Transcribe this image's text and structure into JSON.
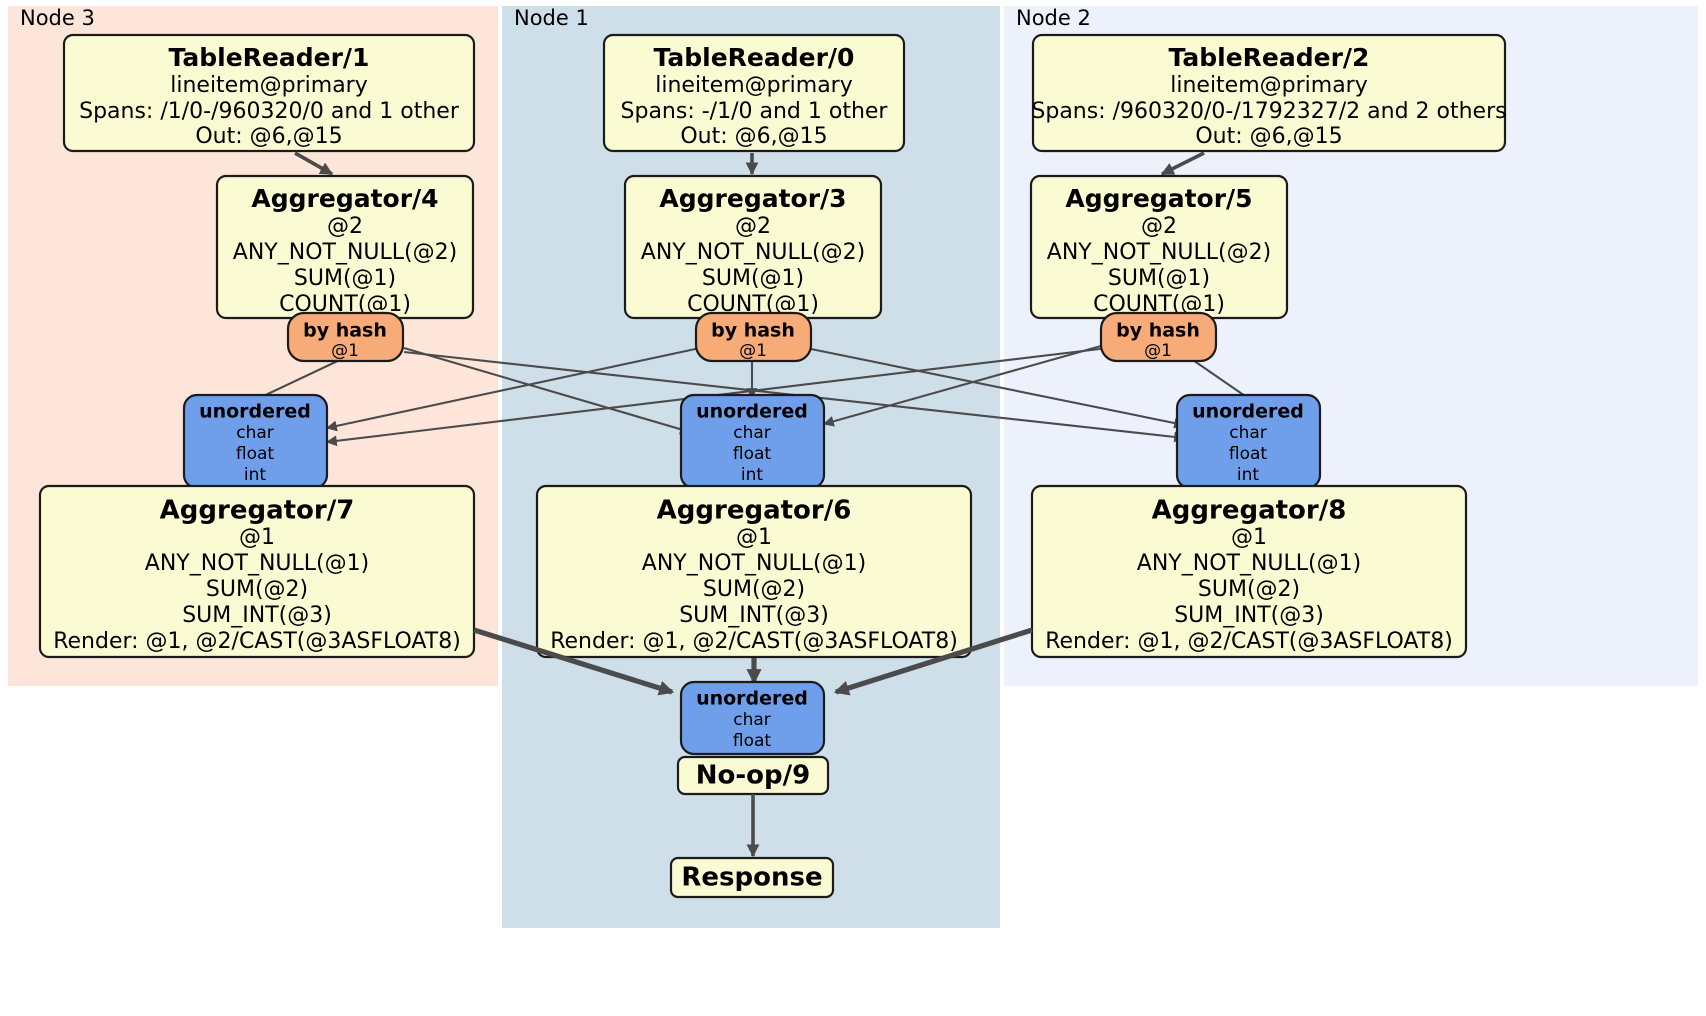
{
  "diagram": {
    "type": "distributed-query-plan",
    "title": "",
    "colors": {
      "node3_panel": "#fde6d9",
      "node1_panel": "#cfdfea",
      "node2_panel": "#edf1fb",
      "processor_box": "#fbfbd3",
      "router_box": "#f7ab79",
      "receiver_box": "#6f9fea",
      "edge": "#4b4b4b",
      "border": "#1b1b1b"
    }
  },
  "panels": [
    {
      "id": "node3",
      "label": "Node 3"
    },
    {
      "id": "node1",
      "label": "Node 1"
    },
    {
      "id": "node2",
      "label": "Node 2"
    }
  ],
  "nodes": {
    "tablereader_1": {
      "title": "TableReader/1",
      "lines": [
        "lineitem@primary",
        "Spans: /1/0-/960320/0 and 1 other",
        "Out: @6,@15"
      ]
    },
    "tablereader_0": {
      "title": "TableReader/0",
      "lines": [
        "lineitem@primary",
        "Spans: -/1/0 and 1 other",
        "Out: @6,@15"
      ]
    },
    "tablereader_2": {
      "title": "TableReader/2",
      "lines": [
        "lineitem@primary",
        "Spans: /960320/0-/1792327/2 and 2 others",
        "Out: @6,@15"
      ]
    },
    "aggregator_4": {
      "title": "Aggregator/4",
      "lines": [
        "@2",
        "ANY_NOT_NULL(@2)",
        "SUM(@1)",
        "COUNT(@1)"
      ]
    },
    "aggregator_3": {
      "title": "Aggregator/3",
      "lines": [
        "@2",
        "ANY_NOT_NULL(@2)",
        "SUM(@1)",
        "COUNT(@1)"
      ]
    },
    "aggregator_5": {
      "title": "Aggregator/5",
      "lines": [
        "@2",
        "ANY_NOT_NULL(@2)",
        "SUM(@1)",
        "COUNT(@1)"
      ]
    },
    "router_left": {
      "title": "by hash",
      "lines": [
        "@1"
      ]
    },
    "router_center": {
      "title": "by hash",
      "lines": [
        "@1"
      ]
    },
    "router_right": {
      "title": "by hash",
      "lines": [
        "@1"
      ]
    },
    "receiver_left": {
      "title": "unordered",
      "lines": [
        "char",
        "float",
        "int"
      ]
    },
    "receiver_center": {
      "title": "unordered",
      "lines": [
        "char",
        "float",
        "int"
      ]
    },
    "receiver_right": {
      "title": "unordered",
      "lines": [
        "char",
        "float",
        "int"
      ]
    },
    "aggregator_7": {
      "title": "Aggregator/7",
      "lines": [
        "@1",
        "ANY_NOT_NULL(@1)",
        "SUM(@2)",
        "SUM_INT(@3)",
        "Render: @1, @2/CAST(@3ASFLOAT8)"
      ]
    },
    "aggregator_6": {
      "title": "Aggregator/6",
      "lines": [
        "@1",
        "ANY_NOT_NULL(@1)",
        "SUM(@2)",
        "SUM_INT(@3)",
        "Render: @1, @2/CAST(@3ASFLOAT8)"
      ]
    },
    "aggregator_8": {
      "title": "Aggregator/8",
      "lines": [
        "@1",
        "ANY_NOT_NULL(@1)",
        "SUM(@2)",
        "SUM_INT(@3)",
        "Render: @1, @2/CAST(@3ASFLOAT8)"
      ]
    },
    "receiver_final": {
      "title": "unordered",
      "lines": [
        "char",
        "float"
      ]
    },
    "noop_9": {
      "title": "No-op/9",
      "lines": []
    },
    "response": {
      "title": "Response",
      "lines": []
    }
  }
}
